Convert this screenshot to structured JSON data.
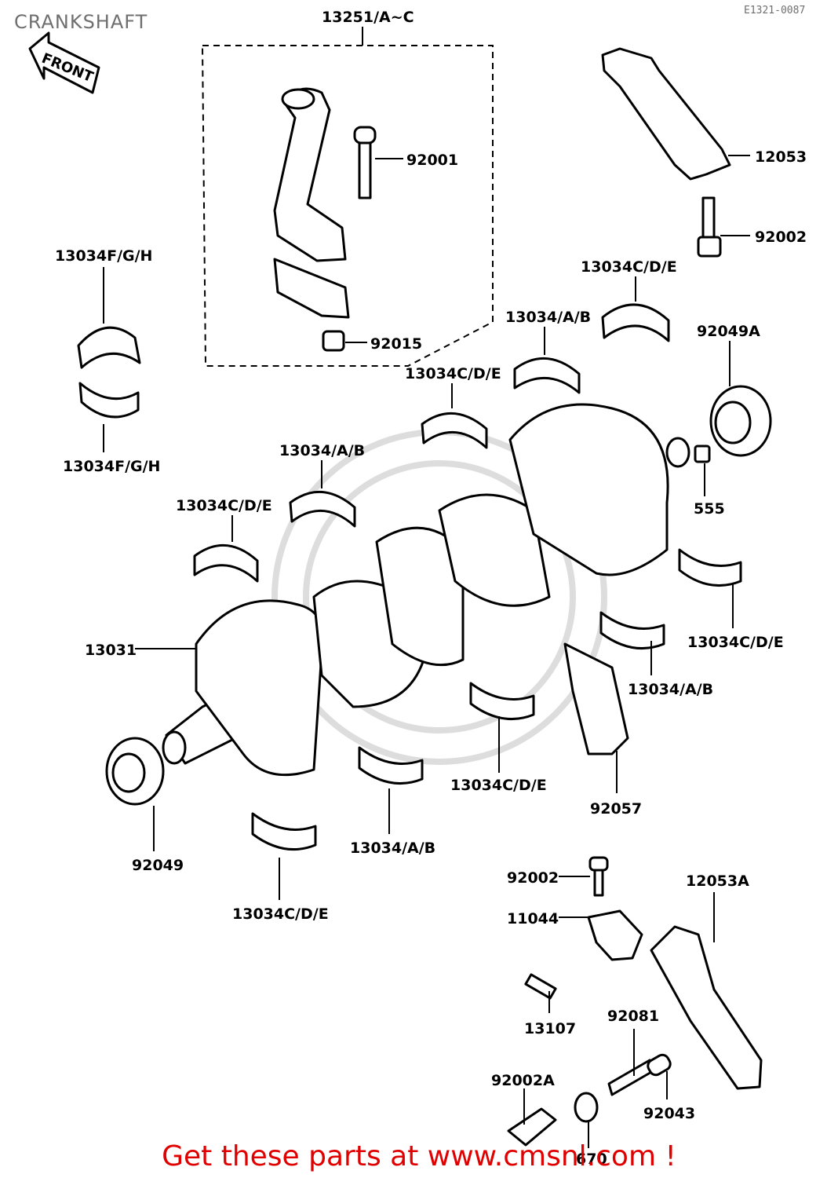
{
  "header": {
    "title": "CRANKSHAFT",
    "code": "E1321-0087"
  },
  "front_arrow": {
    "label": "FRONT"
  },
  "labels": {
    "conrod_assy": "13251/A~C",
    "bolt_92001": "92001",
    "nut_92015": "92015",
    "bearing_fgh_top": "13034F/G/H",
    "bearing_fgh_bottom": "13034F/G/H",
    "guide_12053": "12053",
    "bolt_92002_top": "92002",
    "bearing_cde_1": "13034C/D/E",
    "seal_92049a": "92049A",
    "bearing_ab_1": "13034/A/B",
    "bearing_cde_2": "13034C/D/E",
    "bearing_ab_2": "13034/A/B",
    "bearing_cde_3": "13034C/D/E",
    "pin_555": "555",
    "crankshaft_13031": "13031",
    "bearing_cde_4": "13034C/D/E",
    "bearing_ab_3": "13034/A/B",
    "bearing_cde_5": "13034C/D/E",
    "chain_92057": "92057",
    "seal_92049": "92049",
    "bearing_ab_4": "13034/A/B",
    "bearing_cde_6": "13034C/D/E",
    "bolt_92002_bottom": "92002",
    "guide_12053a": "12053A",
    "holder_11044": "11044",
    "pin_13107": "13107",
    "spring_92081": "92081",
    "bolt_92002a": "92002A",
    "collar_92043": "92043",
    "oring_670": "670"
  },
  "footer": {
    "text": "Get these parts at www.cmsnl.com !"
  }
}
